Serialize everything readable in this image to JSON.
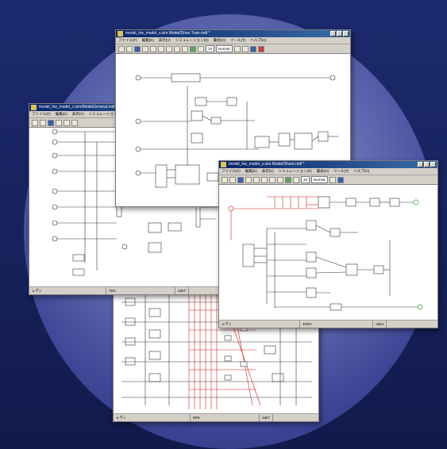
{
  "windows": {
    "top": {
      "title": "model_hw_model_v.sim.Model/Drive Train.mdl *",
      "menu": [
        "ファイル(F)",
        "編集(E)",
        "表示(V)",
        "シミュレーション(S)",
        "書式(O)",
        "ツール(T)",
        "ヘルプ(H)"
      ],
      "zoom_value": "10",
      "mode_value": "Normal"
    },
    "left": {
      "title": "model_hw_model_v.sim/ModelGeneral.mdl",
      "menu": [
        "ファイル(F)",
        "編集(E)",
        "表示(V)",
        "シミュレーション(S)"
      ],
      "status": [
        "レディ",
        "75%",
        "ode7"
      ]
    },
    "right": {
      "title": "model_hw_model_v.sim.Model/Sheet.mdl *",
      "menu": [
        "ファイル(F)",
        "編集(E)",
        "表示(V)",
        "シミュレーション(S)",
        "書式(O)",
        "ツール(T)",
        "ヘルプ(H)"
      ],
      "zoom_value": "10",
      "mode_value": "Normal",
      "status": [
        "レディ",
        "103%",
        "ode4"
      ]
    },
    "bottom": {
      "status": [
        "レディ",
        "59%",
        "ode7"
      ]
    }
  },
  "colors": {
    "background": "#1c2a6e",
    "disc": "#6b75b8",
    "signal_red": "#d02020",
    "port_green": "#2a9a2a",
    "titlebar": "#0a246a"
  }
}
